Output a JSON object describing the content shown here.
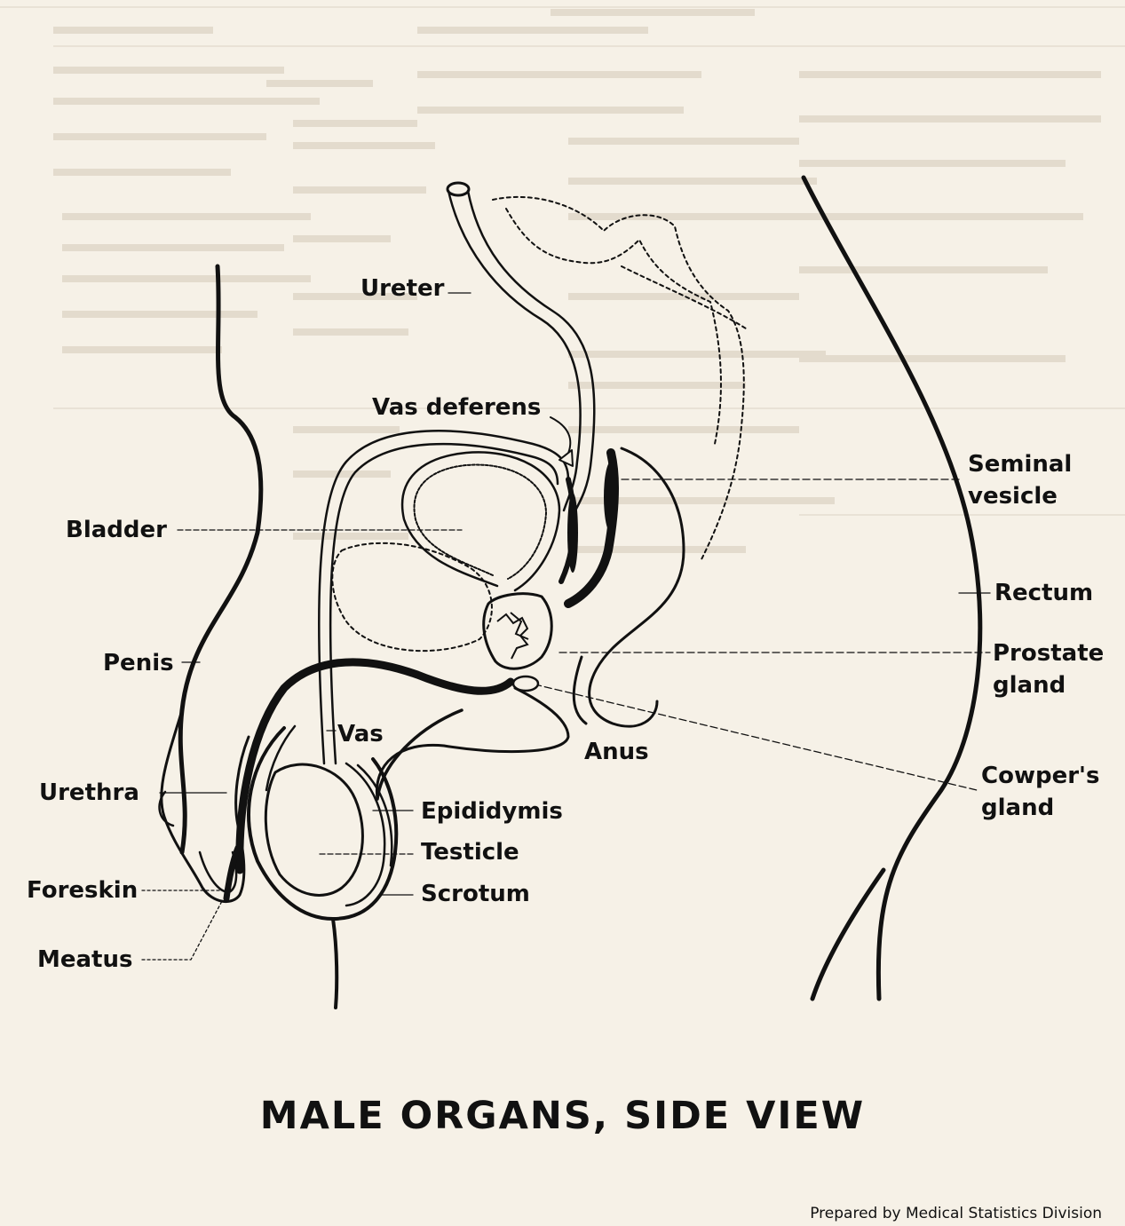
{
  "diagram": {
    "title": "MALE ORGANS, SIDE VIEW",
    "credit": "Prepared by Medical Statistics Division",
    "labels": {
      "ureter": "Ureter",
      "vas_deferens": "Vas deferens",
      "bladder": "Bladder",
      "penis": "Penis",
      "vas": "Vas",
      "urethra": "Urethra",
      "epididymis": "Epididymis",
      "testicle": "Testicle",
      "foreskin": "Foreskin",
      "scrotum": "Scrotum",
      "meatus": "Meatus",
      "seminal_vesicle": "Seminal vesicle",
      "rectum": "Rectum",
      "prostate_gland": "Prostate gland",
      "anus": "Anus",
      "cowpers_gland": "Cowper's gland"
    }
  }
}
